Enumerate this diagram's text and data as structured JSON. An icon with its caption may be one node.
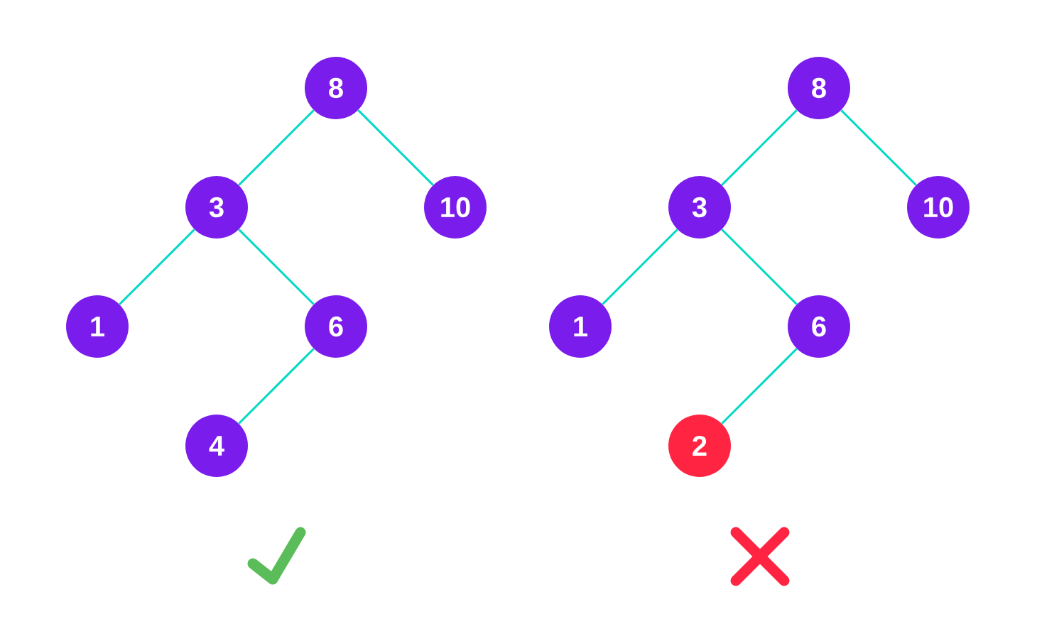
{
  "diagram": {
    "nodes": [
      {
        "text": [
          "8"
        ]
      },
      {
        "text": [
          "3"
        ]
      },
      {
        "text": [
          "10"
        ]
      },
      {
        "text": [
          "1"
        ]
      },
      {
        "text": [
          "6"
        ]
      },
      {
        "text": [
          "4"
        ]
      },
      {
        "text": [
          "8"
        ]
      },
      {
        "text": [
          "3"
        ]
      },
      {
        "text": [
          "10"
        ]
      },
      {
        "text": [
          "1"
        ]
      },
      {
        "text": [
          "6"
        ]
      },
      {
        "text": [
          "2"
        ]
      }
    ],
    "edges": [
      {
        "from": 0,
        "to": 1,
        "arrow": "none"
      },
      {
        "from": 0,
        "to": 2,
        "arrow": "none"
      },
      {
        "from": 1,
        "to": 3,
        "arrow": "none"
      },
      {
        "from": 1,
        "to": 4,
        "arrow": "none"
      },
      {
        "from": 4,
        "to": 5,
        "arrow": "none"
      },
      {
        "from": 6,
        "to": 7,
        "arrow": "none"
      },
      {
        "from": 6,
        "to": 8,
        "arrow": "none"
      },
      {
        "from": 7,
        "to": 9,
        "arrow": "none"
      },
      {
        "from": 7,
        "to": 10,
        "arrow": "none"
      },
      {
        "from": 10,
        "to": 11,
        "arrow": "none"
      }
    ]
  }
}
